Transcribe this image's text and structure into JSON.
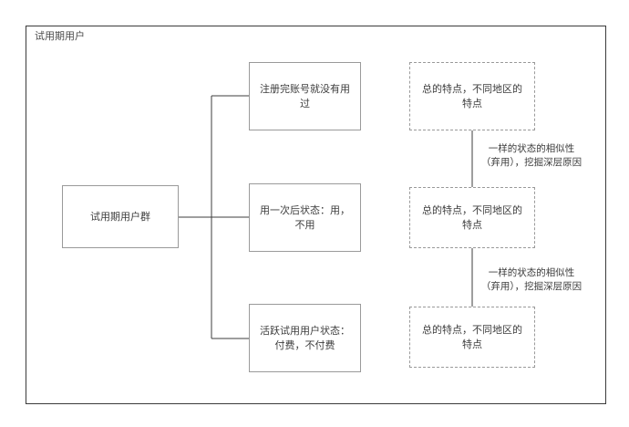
{
  "frame": {
    "title": "试用期用户"
  },
  "nodes": {
    "root": {
      "label": "试用期用户群"
    },
    "middle": [
      {
        "label": "注册完账号就没有用过"
      },
      {
        "label": "用一次后状态：用，不用"
      },
      {
        "label": "活跃试用用户状态：付费，不付费"
      }
    ],
    "dashed": [
      {
        "label": "总的特点，不同地区的特点"
      },
      {
        "label": "总的特点，不同地区的特点"
      },
      {
        "label": "总的特点，不同地区的特点"
      }
    ]
  },
  "edge_labels": [
    {
      "text": "一样的状态的相似性（弃用），挖掘深层原因"
    },
    {
      "text": "一样的状态的相似性（弃用），挖掘深层原因"
    }
  ],
  "colors": {
    "frame_border": "#3b3b3b",
    "node_border": "#9a9a9a",
    "edge_line": "#3d3d3d",
    "text": "#3d3d3d",
    "title_text": "#4a4a4a",
    "background": "#ffffff"
  }
}
